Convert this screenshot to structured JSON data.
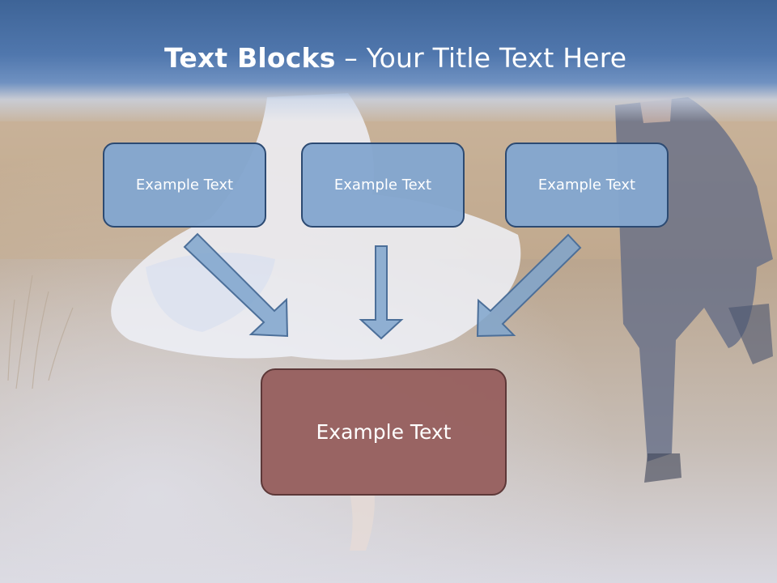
{
  "title": {
    "bold": "Text Blocks",
    "dash": " – ",
    "rest": "Your Title Text Here"
  },
  "boxes": {
    "left": "Example Text",
    "middle": "Example Text",
    "right": "Example Text",
    "bottom": "Example Text"
  },
  "colors": {
    "title_bar": "#4f76ab",
    "blue_box": "#84a6ce",
    "blue_border": "#2c4a72",
    "result_box": "#986261",
    "result_border": "#5d3838",
    "arrow_fill": "#7fa4cc"
  }
}
